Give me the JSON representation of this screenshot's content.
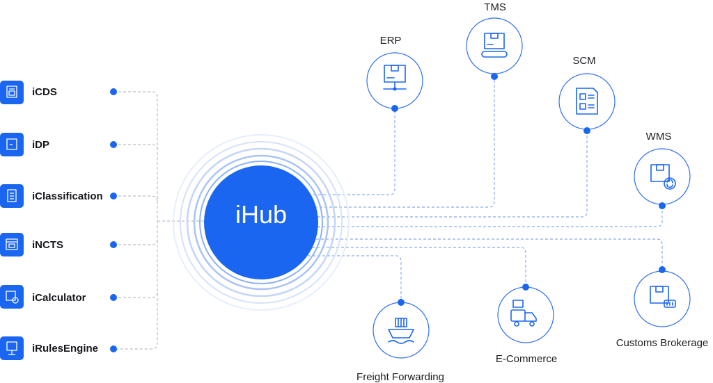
{
  "hub": {
    "label": "iHub",
    "color": "#1a66f0"
  },
  "modules": [
    {
      "label": "iCDS",
      "icon": "document-box-icon"
    },
    {
      "label": "iDP",
      "icon": "box-icon"
    },
    {
      "label": "iClassification",
      "icon": "list-document-icon"
    },
    {
      "label": "iNCTS",
      "icon": "calendar-box-icon"
    },
    {
      "label": "iCalculator",
      "icon": "box-gear-icon"
    },
    {
      "label": "iRulesEngine",
      "icon": "box-stand-icon"
    }
  ],
  "systems": [
    {
      "label": "ERP",
      "icon": "box-network-icon"
    },
    {
      "label": "TMS",
      "icon": "conveyor-box-icon"
    },
    {
      "label": "SCM",
      "icon": "checklist-icon"
    },
    {
      "label": "WMS",
      "icon": "box-refresh-icon"
    },
    {
      "label": "Customs Brokerage",
      "icon": "box-scanner-icon"
    },
    {
      "label": "E-Commerce",
      "icon": "delivery-cart-icon"
    },
    {
      "label": "Freight Forwarding",
      "icon": "cargo-ship-icon"
    }
  ]
}
